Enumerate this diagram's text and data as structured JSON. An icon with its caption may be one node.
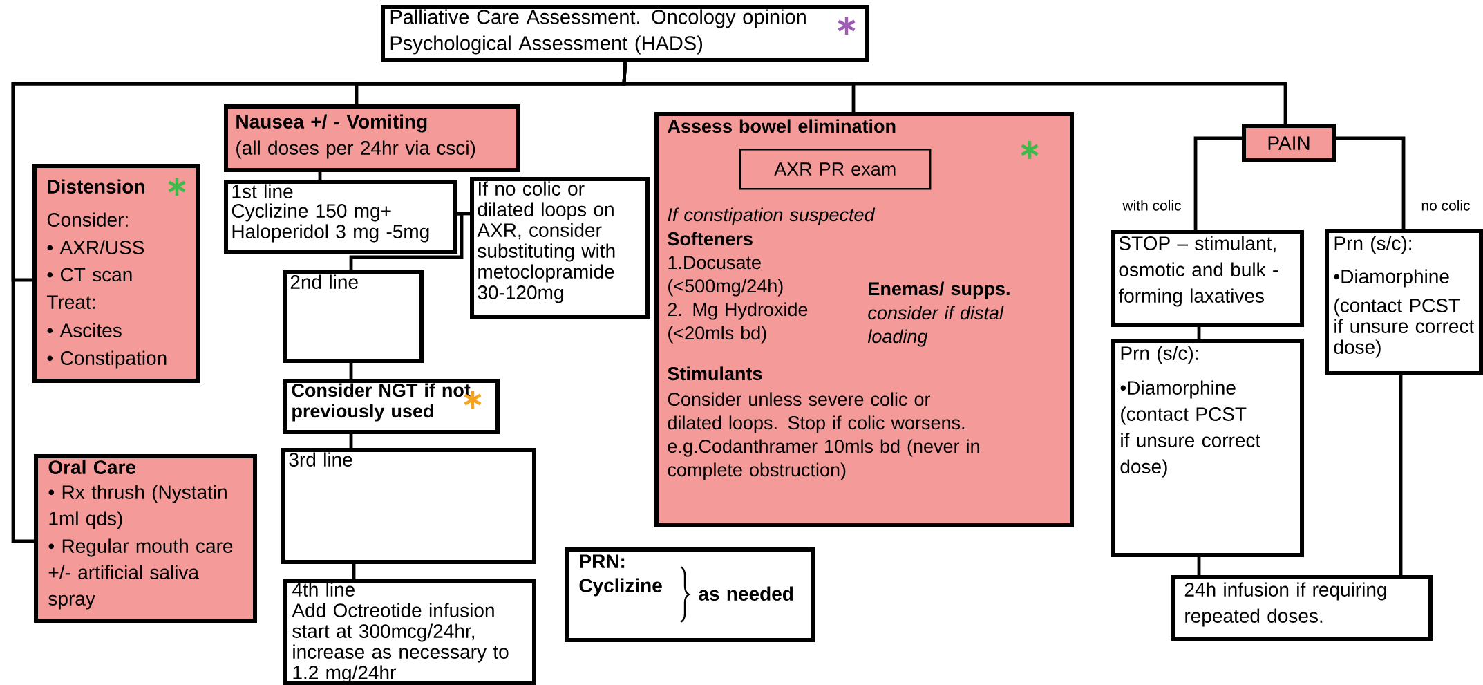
{
  "diagram": {
    "nodes": [
      {
        "text": [
          "Palliative Care Assessment. Oncology opinion",
          "Psychological Assessment (HADS)"
        ]
      },
      {
        "text": [
          "Distension",
          "Consider:",
          "• AXR/USS",
          "• CT scan",
          "Treat:",
          "• Ascites",
          "• Constipation"
        ]
      },
      {
        "text": [
          "Oral Care",
          "• Rx thrush (Nystatin 1ml qds)",
          "• Regular mouth care +/- artificial saliva spray"
        ]
      },
      {
        "text": [
          "Nausea +/ - Vomiting",
          "(all doses per 24hr via csci)"
        ]
      },
      {
        "text": [
          "1st line",
          "Cyclizine 150 mg+ Haloperidol 3 mg -5mg"
        ]
      },
      {
        "text": [
          "If no colic or dilated loops on AXR, consider substituting with metoclopramide 30-120mg"
        ]
      },
      {
        "text": [
          "2nd line"
        ]
      },
      {
        "text": [
          "Consider NGT if not previously used"
        ]
      },
      {
        "text": [
          "3rd line"
        ]
      },
      {
        "text": [
          "4th line",
          "Add Octreotide infusion start at 300mcg/24hr, increase as necessary to 1.2 mg/24hr"
        ]
      },
      {
        "text": [
          "PRN:",
          "Cyclizine",
          "as needed"
        ]
      },
      {
        "text": [
          "Assess bowel elimination",
          "If constipation suspected",
          "Softeners",
          "1.Docusate (<500mg/24h) 2. Mg Hydroxide (<20mls bd)",
          "Enemas/ supps.",
          "consider if distal loading",
          "Stimulants",
          "Consider unless severe colic or dilated loops. Stop if colic worsens. e.g.Codanthramer 10mls bd (never in complete obstruction)"
        ]
      },
      {
        "text": [
          "AXR PR exam"
        ],
        "in": 11
      },
      {
        "text": [
          "PAIN"
        ]
      },
      {
        "text": [
          "STOP – stimulant, osmotic and bulk -forming laxatives"
        ]
      },
      {
        "text": [
          "Prn (s/c):",
          "•Diamorphine (contact PCST if unsure correct dose)"
        ]
      },
      {
        "text": [
          "Prn (s/c):",
          "•Diamorphine",
          "(contact PCST if unsure correct dose)"
        ]
      },
      {
        "text": [
          "24h infusion if requiring repeated doses."
        ]
      }
    ],
    "edges": [
      {
        "from": 0,
        "to": 1,
        "arrow": "none"
      },
      {
        "from": 0,
        "to": 2,
        "arrow": "none"
      },
      {
        "from": 0,
        "to": 3,
        "arrow": "none"
      },
      {
        "from": 0,
        "to": 11,
        "arrow": "none"
      },
      {
        "from": 0,
        "to": 13,
        "arrow": "none"
      },
      {
        "from": 3,
        "to": 4,
        "arrow": "none"
      },
      {
        "from": 4,
        "to": 5,
        "arrow": "none"
      },
      {
        "from": 4,
        "to": 6,
        "arrow": "none"
      },
      {
        "from": 6,
        "to": 7,
        "arrow": "none"
      },
      {
        "from": 7,
        "to": 8,
        "arrow": "none"
      },
      {
        "from": 8,
        "to": 9,
        "arrow": "none"
      },
      {
        "from": 13,
        "to": 14,
        "arrow": "none",
        "label": "with colic"
      },
      {
        "from": 13,
        "to": 16,
        "arrow": "none",
        "label": "no colic"
      },
      {
        "from": 14,
        "to": 15,
        "arrow": "none"
      },
      {
        "from": 15,
        "to": 17,
        "arrow": "none"
      },
      {
        "from": 16,
        "to": 17,
        "arrow": "none"
      }
    ]
  }
}
